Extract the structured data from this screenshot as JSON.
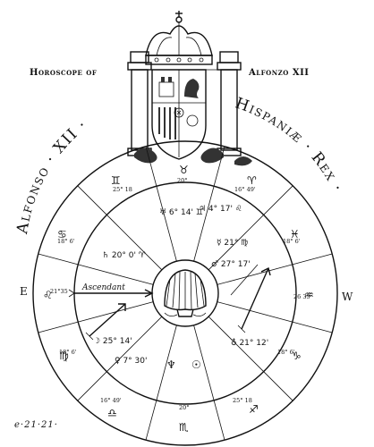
{
  "header": {
    "left": "Horoscope of",
    "right": "Alfonzo XII"
  },
  "band": {
    "left_text": "Alfonso · XII ·",
    "right_text": "Hispaniæ · Rex ·"
  },
  "ascendant_label": "Ascendant",
  "cardinal": {
    "east": "E",
    "west": "W"
  },
  "signature": "e·21·21·",
  "degrees": {
    "top": "20°",
    "bottom": "20°",
    "left": "21°35",
    "right": "26 35",
    "upper_left_1": "25° 18",
    "upper_left_2": "18° 6'",
    "upper_right_1": "16° 49'",
    "upper_right_2": "18° 6'",
    "lower_left_1": "16° 49'",
    "lower_left_2": "18° 6'",
    "lower_right_1": "25° 18",
    "lower_right_2": "18° 6'"
  },
  "signs": {
    "taurus": "♉",
    "gemini": "♊",
    "cancer": "♋",
    "leo": "♌",
    "virgo": "♍",
    "libra": "♎",
    "scorpio": "♏",
    "sagittarius": "♐",
    "capricorn": "♑",
    "aquarius": "♒",
    "pisces": "♓",
    "aries": "♈"
  },
  "planets": {
    "p1": "♄ 20° 0' ♈",
    "p2": "♅ 6° 14' ♊",
    "p3": "♃ 4° 17' ♌",
    "p4": "☿ 21° ♍",
    "p5": "♂ 27° 17'",
    "p6": "☽ 25° 14'",
    "p7": "♀ 7° 30'",
    "p8": "♁ 21° 12'",
    "p9": "☉",
    "p10": "♆"
  }
}
